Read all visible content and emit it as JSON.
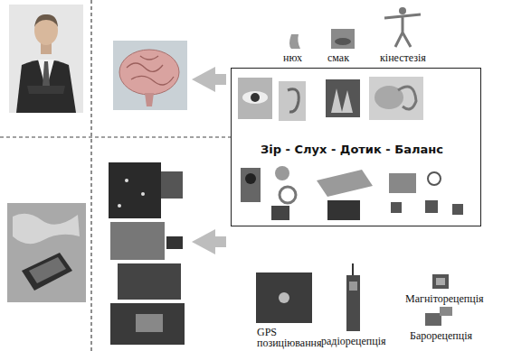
{
  "diagram": {
    "nodes": [
      {
        "text": [
          "Зір - Слух - Дотик - Баланс"
        ]
      }
    ],
    "labels": [
      "нюх",
      "смак",
      "кінестезія",
      "GPS позиціювання",
      "радіорецепція",
      "Магніторецепція",
      "Барорецепція"
    ]
  }
}
